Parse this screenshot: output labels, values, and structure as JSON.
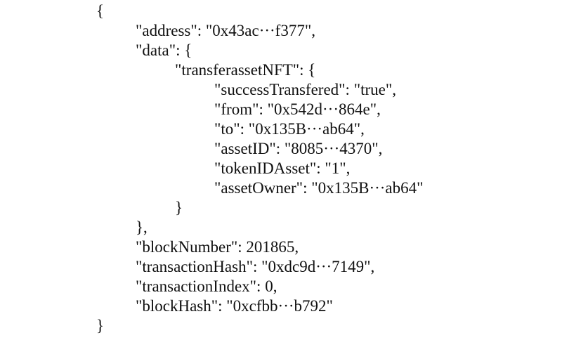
{
  "document": {
    "lines": [
      "{",
      "\"address\": \"0x43ac···f377\",",
      "\"data\": {",
      "\"transferassetNFT\": {",
      "\"successTransfered\": \"true\",",
      "\"from\": \"0x542d···864e\",",
      "\"to\": \"0x135B···ab64\",",
      "\"assetID\": \"8085···4370\",",
      "\"tokenIDAsset\": \"1\",",
      "\"assetOwner\": \"0x135B···ab64\"",
      "}",
      "},",
      "\"blockNumber\": 201865,",
      "\"transactionHash\": \"0xdc9d···7149\",",
      "\"transactionIndex\": 0,",
      "\"blockHash\": \"0xcfbb···b792\"",
      "}"
    ]
  }
}
